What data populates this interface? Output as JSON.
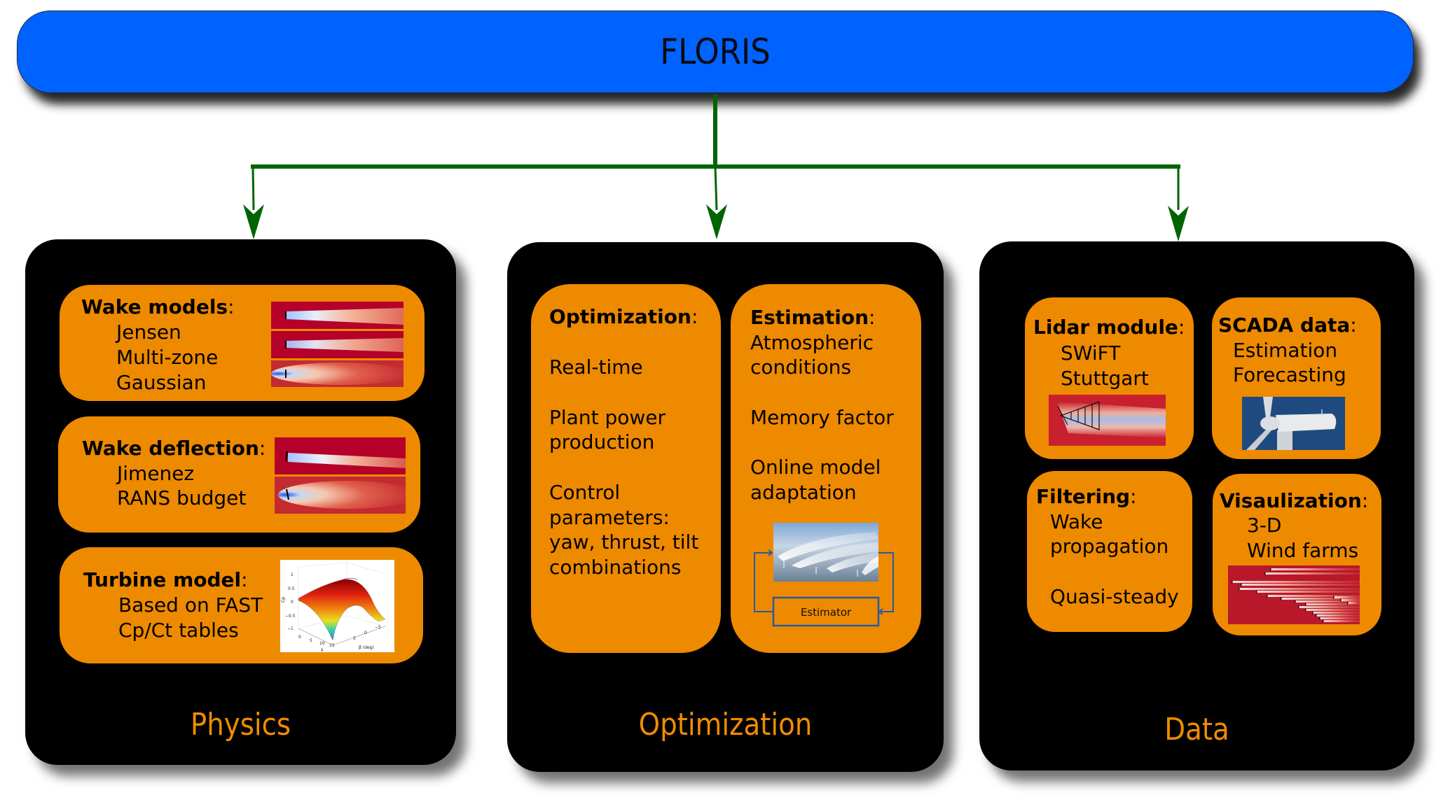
{
  "title": "FLORIS",
  "colors": {
    "title_bar": "#0063FF",
    "connector": "#006400",
    "panel": "#000000",
    "box": "#EE8A00",
    "panel_label": "#F08C00",
    "wake_red": "#B5002A",
    "estimator_line": "#2A5AA0"
  },
  "panels": [
    {
      "label": "Physics",
      "boxes": [
        {
          "heading": "Wake models",
          "items": [
            "Jensen",
            "Multi-zone",
            "Gaussian"
          ],
          "image": "wake-model-contours"
        },
        {
          "heading": "Wake deflection",
          "items": [
            "Jimenez",
            "RANS budget"
          ],
          "image": "wake-deflection-contours"
        },
        {
          "heading": "Turbine model",
          "items": [
            "Based on FAST",
            "Cp/Ct tables"
          ],
          "image": "cp-surface-plot",
          "plot": {
            "zlabel": "Cp",
            "xlabel": "λ",
            "ylabel": "β (deg)",
            "z_ticks": [
              "1",
              "0.5",
              "0",
              "−0.5",
              "−1"
            ],
            "x_ticks": [
              "0",
              "5",
              "10",
              "15"
            ],
            "y_ticks": [
              "−5",
              "0",
              "5"
            ]
          }
        }
      ]
    },
    {
      "label": "Optimization",
      "boxes": [
        {
          "heading": "Optimization",
          "items": [
            "Real-time",
            "Plant power",
            "production",
            "Control",
            "parameters:",
            "yaw, thrust, tilt",
            "combinations"
          ]
        },
        {
          "heading": "Estimation",
          "items": [
            "Atmospheric",
            "conditions",
            "Memory factor",
            "Online model",
            "adaptation"
          ],
          "diagram": {
            "image": "offshore-wind-farm-wakes-photo",
            "block_label": "Estimator"
          }
        }
      ]
    },
    {
      "label": "Data",
      "boxes": [
        {
          "heading": "Lidar module",
          "items": [
            "SWiFT",
            "Stuttgart"
          ],
          "image": "lidar-wake-scan"
        },
        {
          "heading": "SCADA data",
          "items": [
            "Estimation",
            "Forecasting"
          ],
          "image": "wind-turbine-nacelle-photo"
        },
        {
          "heading": "Filtering",
          "items": [
            "Wake",
            "propagation",
            "Quasi-steady"
          ]
        },
        {
          "heading": "Visaulization",
          "items": [
            "3-D",
            "Wind farms"
          ],
          "image": "wind-farm-wake-field"
        }
      ]
    }
  ]
}
